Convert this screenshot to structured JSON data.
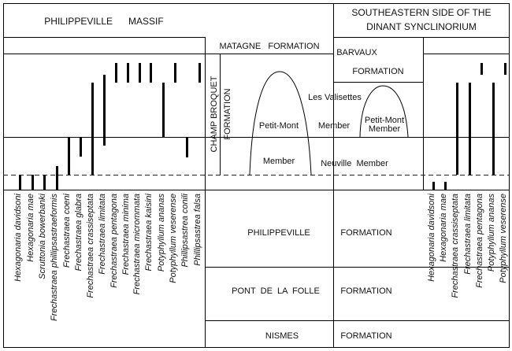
{
  "headers": {
    "massif": "PHILIPPEVILLE      MASSIF",
    "dinant_line1": "SOUTHEASTERN SIDE OF THE",
    "dinant_line2": "DINANT SYNCLINORIUM"
  },
  "units": {
    "matagne": "MATAGNE   FORMATION",
    "barvaux_line1": "BARVAUX",
    "barvaux_line2": "FORMATION",
    "champ_broquet_line1": "CHAMP BROQUET",
    "champ_broquet_line2": "FORMATION",
    "petit_mont_top": "Petit-Mont",
    "petit_mont_bottom": "Member",
    "les_valisettes": "Les Valisettes",
    "member_mid": "Member",
    "petit_mont_small_line1": "Petit-Mont",
    "petit_mont_small_line2": "Member",
    "neuville": "Neuville  Member"
  },
  "formations": [
    {
      "name": "PHILIPPEVILLE",
      "suffix": "FORMATION"
    },
    {
      "name": "PONT  DE  LA  FOLLE",
      "suffix": "FORMATION"
    },
    {
      "name": "NISMES",
      "suffix": "FORMATION"
    }
  ],
  "left_taxa": [
    "Hexagonaria davidsoni",
    "Hexagonaria mae",
    "Scruttonia bowerbanki",
    "Frechastraea phillipsastraeformis",
    "Frechastraea coeni",
    "Frechastraea glabra",
    "Frechastraea crassiseptata",
    "Frechastraea limitata",
    "Frechastraea pentagona",
    "Frechastraea minima",
    "Frechastraea micrommata",
    "Frechastraea kaisini",
    "Potyphyllum ananas",
    "Potyphyllum veserense",
    "Phillipsastrea conili",
    "Phillipsastrea falsa"
  ],
  "right_taxa": [
    "Hexagonaria davidsoni",
    "Hexagonaria mae",
    "Frechastraea crassiseptata",
    "Frechastraea limitata",
    "Frechastraea pentagona",
    "Potyphyllum ananas",
    "Potyphyllum veserense"
  ]
}
